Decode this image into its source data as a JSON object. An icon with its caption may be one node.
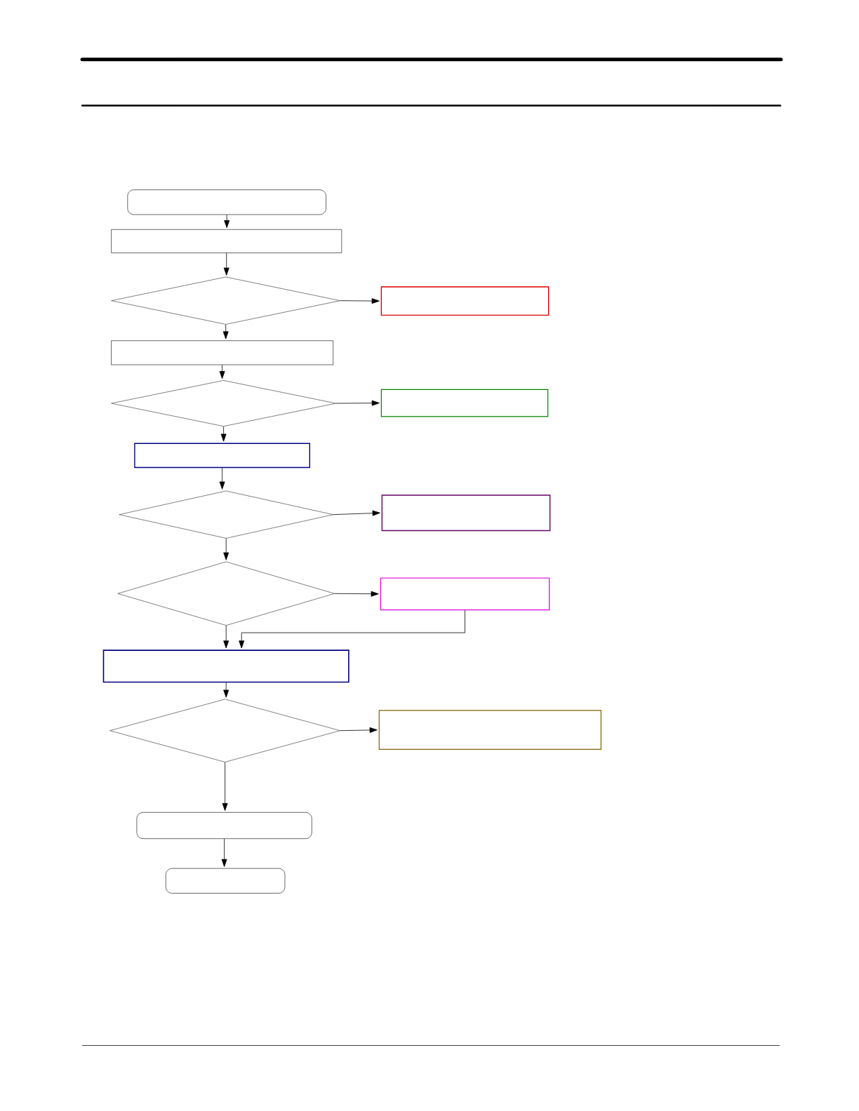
{
  "diagram": {
    "nodes": [
      {
        "text": [],
        "shape": "box"
      },
      {
        "text": [],
        "shape": "box"
      },
      {
        "text": [],
        "shape": "diamond"
      },
      {
        "text": [],
        "shape": "box"
      },
      {
        "text": [],
        "shape": "box"
      },
      {
        "text": [],
        "shape": "diamond"
      },
      {
        "text": [],
        "shape": "box"
      },
      {
        "text": [],
        "shape": "box"
      },
      {
        "text": [],
        "shape": "diamond"
      },
      {
        "text": [],
        "shape": "box"
      },
      {
        "text": [],
        "shape": "diamond"
      },
      {
        "text": [],
        "shape": "box"
      },
      {
        "text": [],
        "shape": "box"
      },
      {
        "text": [],
        "shape": "diamond"
      },
      {
        "text": [],
        "shape": "box"
      },
      {
        "text": [],
        "shape": "box"
      },
      {
        "text": [],
        "shape": "box"
      }
    ],
    "edges": [
      {
        "from": 0,
        "to": 1,
        "arrow": "to"
      },
      {
        "from": 1,
        "to": 2,
        "arrow": "to"
      },
      {
        "from": 2,
        "to": 3,
        "arrow": "to"
      },
      {
        "from": 2,
        "to": 4,
        "arrow": "to"
      },
      {
        "from": 4,
        "to": 5,
        "arrow": "to"
      },
      {
        "from": 5,
        "to": 6,
        "arrow": "to"
      },
      {
        "from": 5,
        "to": 7,
        "arrow": "to"
      },
      {
        "from": 7,
        "to": 8,
        "arrow": "to"
      },
      {
        "from": 8,
        "to": 9,
        "arrow": "to"
      },
      {
        "from": 8,
        "to": 10,
        "arrow": "to"
      },
      {
        "from": 10,
        "to": 11,
        "arrow": "to"
      },
      {
        "from": 10,
        "to": 12,
        "arrow": "to"
      },
      {
        "from": 11,
        "to": 12,
        "arrow": "to"
      },
      {
        "from": 12,
        "to": 13,
        "arrow": "to"
      },
      {
        "from": 13,
        "to": 14,
        "arrow": "to"
      },
      {
        "from": 13,
        "to": 15,
        "arrow": "to"
      },
      {
        "from": 15,
        "to": 16,
        "arrow": "to"
      }
    ]
  }
}
